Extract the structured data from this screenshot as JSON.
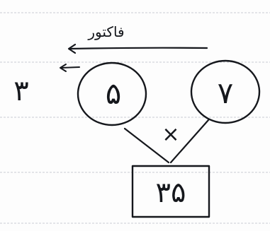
{
  "diagram": {
    "left_factor": "۵",
    "right_factor": "۷",
    "product": "۳۵",
    "operator": "×",
    "arrow_label": "فاکتور",
    "outside_number": "۳",
    "colors": {
      "ink": "#15171c",
      "ruled_line": "#c9ccd3",
      "paper": "#fdfdfd"
    }
  }
}
